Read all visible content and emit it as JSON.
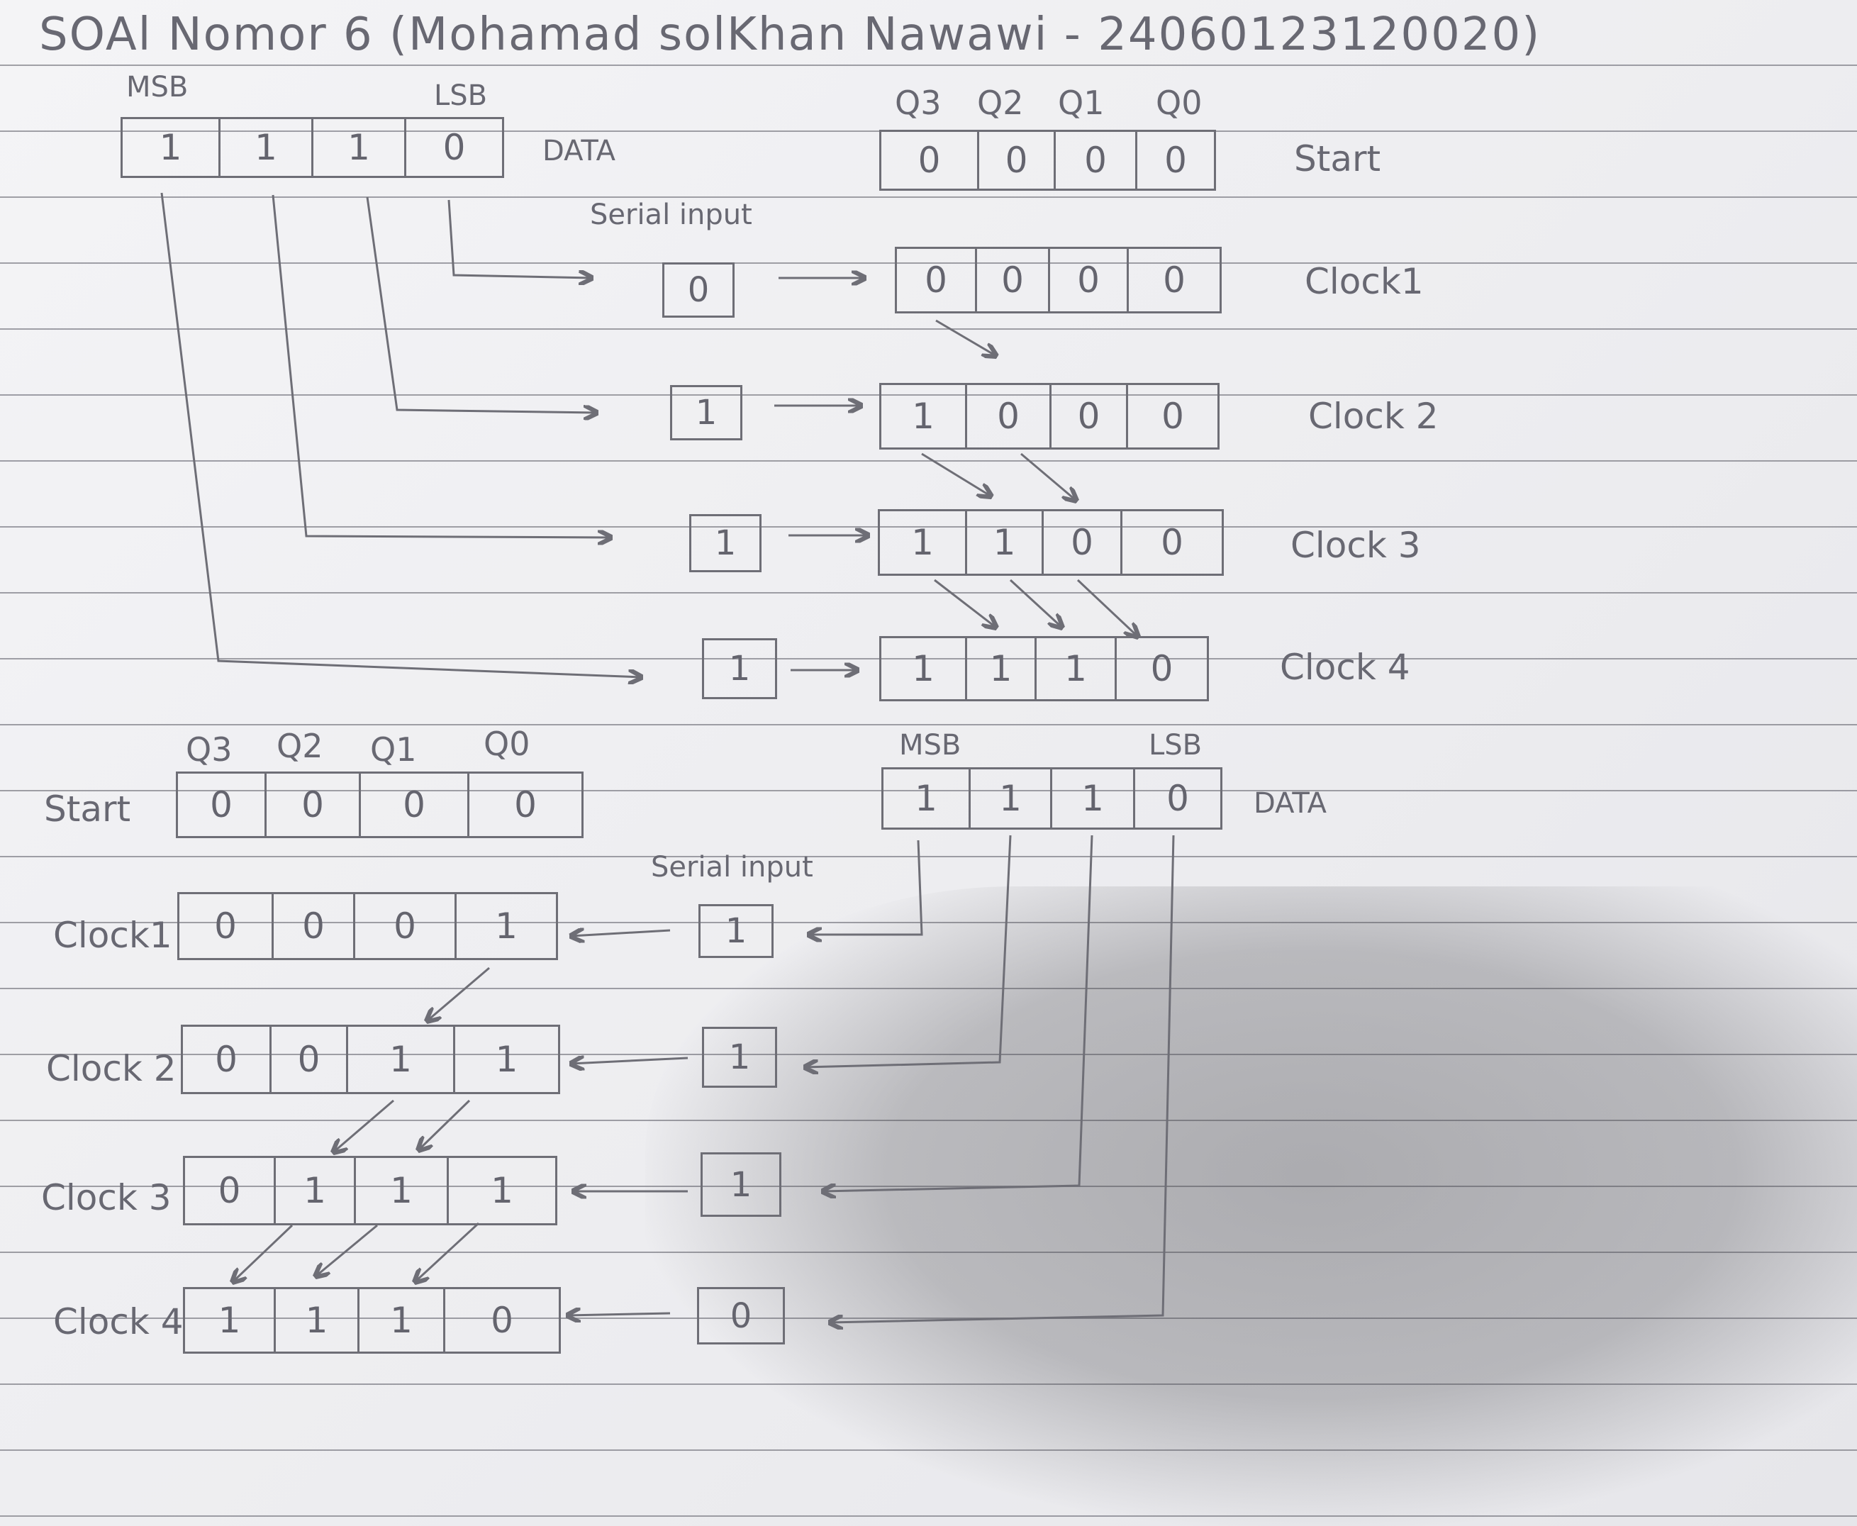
{
  "title": "SOAl Nomor 6 (Mohamad solKhan Nawawi - 24060123120020)",
  "labels": {
    "msb": "MSB",
    "lsb": "LSB",
    "data": "DATA",
    "serial_input": "Serial input",
    "q3": "Q3",
    "q2": "Q2",
    "q1": "Q1",
    "q0": "Q0",
    "start": "Start",
    "clock1": "Clock1",
    "clock2": "Clock 2",
    "clock3": "Clock 3",
    "clock4": "Clock 4"
  },
  "top": {
    "data": [
      "1",
      "1",
      "1",
      "0"
    ],
    "start": [
      "0",
      "0",
      "0",
      "0"
    ],
    "steps": [
      {
        "input": "0",
        "reg": [
          "0",
          "0",
          "0",
          "0"
        ]
      },
      {
        "input": "1",
        "reg": [
          "1",
          "0",
          "0",
          "0"
        ]
      },
      {
        "input": "1",
        "reg": [
          "1",
          "1",
          "0",
          "0"
        ]
      },
      {
        "input": "1",
        "reg": [
          "1",
          "1",
          "1",
          "0"
        ]
      }
    ]
  },
  "bottom": {
    "data": [
      "1",
      "1",
      "1",
      "0"
    ],
    "start": [
      "0",
      "0",
      "0",
      "0"
    ],
    "steps": [
      {
        "input": "1",
        "reg": [
          "0",
          "0",
          "0",
          "1"
        ]
      },
      {
        "input": "1",
        "reg": [
          "0",
          "0",
          "1",
          "1"
        ]
      },
      {
        "input": "1",
        "reg": [
          "0",
          "1",
          "1",
          "1"
        ]
      },
      {
        "input": "0",
        "reg": [
          "1",
          "1",
          "1",
          "0"
        ]
      }
    ]
  }
}
